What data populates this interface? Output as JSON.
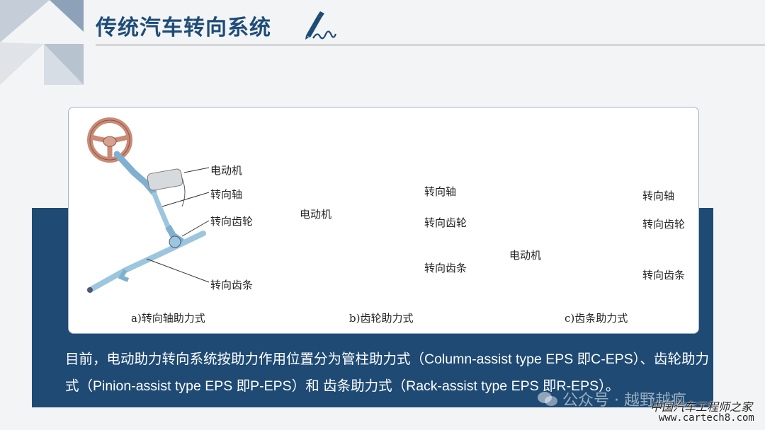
{
  "slide": {
    "title": "传统汽车转向系统",
    "description": "目前，电动助力转向系统按助力作用位置分为管柱助力式（Column-assist type EPS 即C-EPS）、齿轮助力式（Pinion-assist type EPS 即P-EPS）和 齿条助力式（Rack-assist type EPS 即R-EPS）。"
  },
  "figure": {
    "panels": [
      {
        "caption": "a)转向轴助力式",
        "labels": {
          "motor": "电动机",
          "shaft": "转向轴",
          "pinion": "转向齿轮",
          "rack": "转向齿条"
        }
      },
      {
        "caption": "b)齿轮助力式",
        "labels": {
          "motor": "电动机",
          "shaft": "转向轴",
          "pinion": "转向齿轮",
          "rack": "转向齿条"
        }
      },
      {
        "caption": "c)齿条助力式",
        "labels": {
          "motor": "电动机",
          "shaft": "转向轴",
          "pinion": "转向齿轮",
          "rack": "转向齿条"
        }
      }
    ]
  },
  "watermark": {
    "wechat": "公众号 · 越野越疯",
    "site_name": "中国汽车工程师之家",
    "site_url": "www.cartech8.com"
  },
  "colors": {
    "title": "#1e4c78",
    "band": "#1e4a74",
    "steering_part": "#9cc6de",
    "wheel": "#c98a76"
  }
}
